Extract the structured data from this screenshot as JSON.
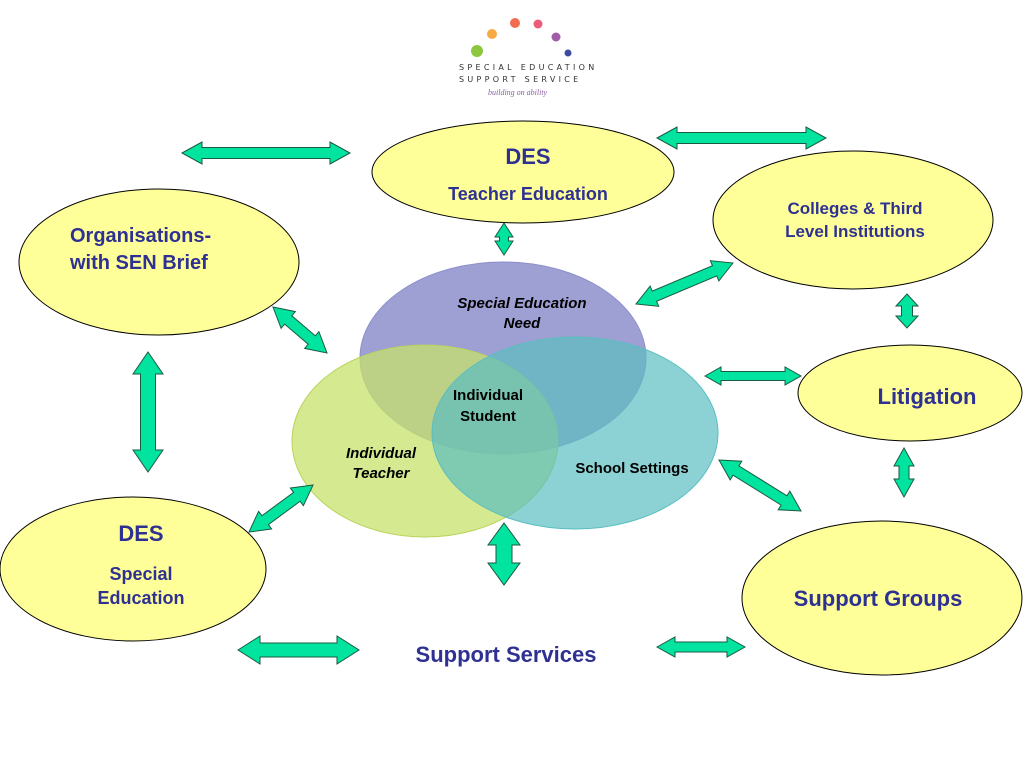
{
  "logo": {
    "line1": "SPECIAL EDUCATION",
    "line2": "SUPPORT SERVICE",
    "tagline": "building on ability",
    "dot_colors": [
      "#8dc63f",
      "#f7a944",
      "#f26d50",
      "#ee5a7a",
      "#a25ba8",
      "#3d4aa0"
    ]
  },
  "nodes": {
    "des_teacher": {
      "title": "DES",
      "subtitle": "Teacher Education"
    },
    "colleges": {
      "line1": "Colleges & Third",
      "line2": "Level Institutions"
    },
    "organisations": {
      "line1": "Organisations-",
      "line2": "with SEN Brief"
    },
    "litigation": {
      "title": "Litigation"
    },
    "des_special": {
      "title": "DES",
      "line1": "Special",
      "line2": "Education"
    },
    "support_groups": {
      "title": "Support Groups"
    },
    "support_services": {
      "title": "Support Services"
    }
  },
  "venn": {
    "need": {
      "line1": "Special Education",
      "line2": "Need"
    },
    "student": {
      "line1": "Individual",
      "line2": "Student"
    },
    "teacher": {
      "line1": "Individual",
      "line2": "Teacher"
    },
    "school": {
      "title": "School Settings"
    }
  },
  "colors": {
    "oval_fill": "#ffff99",
    "oval_stroke": "#000000",
    "arrow_fill": "#00e4a0",
    "arrow_stroke": "#1a5a40",
    "label_text": "#2e3192",
    "venn_need": "#8d8fcc",
    "venn_teacher": "#c6e16b",
    "venn_school": "#5bbec0"
  }
}
